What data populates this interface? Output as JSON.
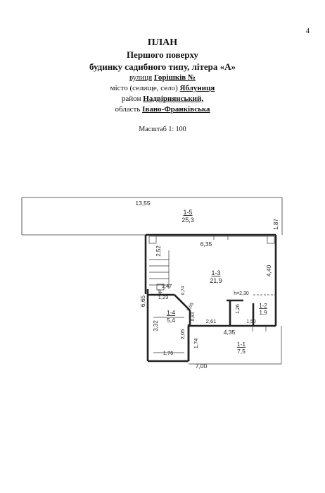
{
  "page_number": "4",
  "header": {
    "title": "ПЛАН",
    "line1": "Першого поверху",
    "line2": "будинку садибного типу, літера «А»",
    "street_label": "вулиця",
    "street_value": "Горішків №",
    "city_label": "місто (селище, село)",
    "city_value": "Яблуниця",
    "district_label": "район",
    "district_value": "Надвірнянський,",
    "region_label": "область",
    "region_value": "Івано-Франківська",
    "scale": "Масштаб 1: 100"
  },
  "plan": {
    "dims": {
      "top_length": "13,55",
      "porch_depth": "1,87",
      "room13_width": "6,35",
      "stair_length": "2,52",
      "room13_depth": "4,40",
      "left_height": "6,65",
      "stair_small": "1,47",
      "room14_top": "1,23",
      "diag1": "0,74",
      "diag2": "0,65",
      "diag3": "0,63",
      "wall_261": "2,61",
      "height_label": "h=2,30",
      "wall_126": "1,26",
      "wall_150": "1,50",
      "room14_height": "3,32",
      "room14_right": "2,05",
      "bottom_435": "4,35",
      "room11_side": "1,74",
      "room14_bottom": "1,76",
      "bottom_total": "7,00"
    },
    "rooms": [
      {
        "id": "1-5",
        "area": "25,3"
      },
      {
        "id": "1-3",
        "area": "21,9"
      },
      {
        "id": "1-4",
        "area": "5,4"
      },
      {
        "id": "1-2",
        "area": "1,9"
      },
      {
        "id": "1-1",
        "area": "7,5"
      }
    ]
  }
}
